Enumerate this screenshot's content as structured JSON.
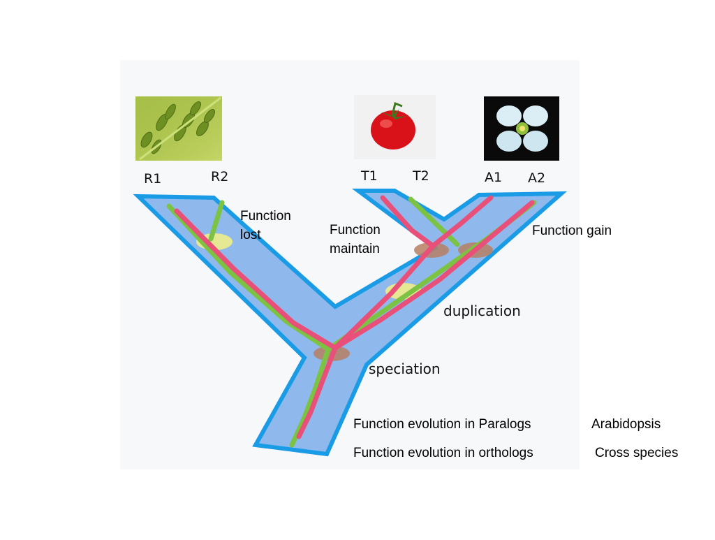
{
  "leaves": {
    "r1": "R1",
    "r2": "R2",
    "t1": "T1",
    "t2": "T2",
    "a1": "A1",
    "a2": "A2"
  },
  "annotations": {
    "function_lost_line1": "Function",
    "function_lost_line2": "lost",
    "function_maintain_line1": "Function",
    "function_maintain_line2": "maintain",
    "function_gain": "Function gain",
    "duplication": "duplication",
    "speciation": "speciation"
  },
  "legend": {
    "paralogs_label": "Function evolution in Paralogs",
    "paralogs_scope": "Arabidopsis",
    "orthologs_label": "Function evolution in orthologs",
    "orthologs_scope": "Cross species"
  },
  "images": {
    "rice": "rice-grain-photo",
    "tomato": "tomato-photo",
    "arabidopsis": "arabidopsis-flower-photo"
  },
  "colors": {
    "tree_fill": "#8fb9ec",
    "tree_outline": "#1a9be6",
    "lineage_green": "#7cc243",
    "lineage_pink": "#e8507a",
    "event_yellow": "#f0ee8a",
    "event_brown": "#b77f63"
  }
}
